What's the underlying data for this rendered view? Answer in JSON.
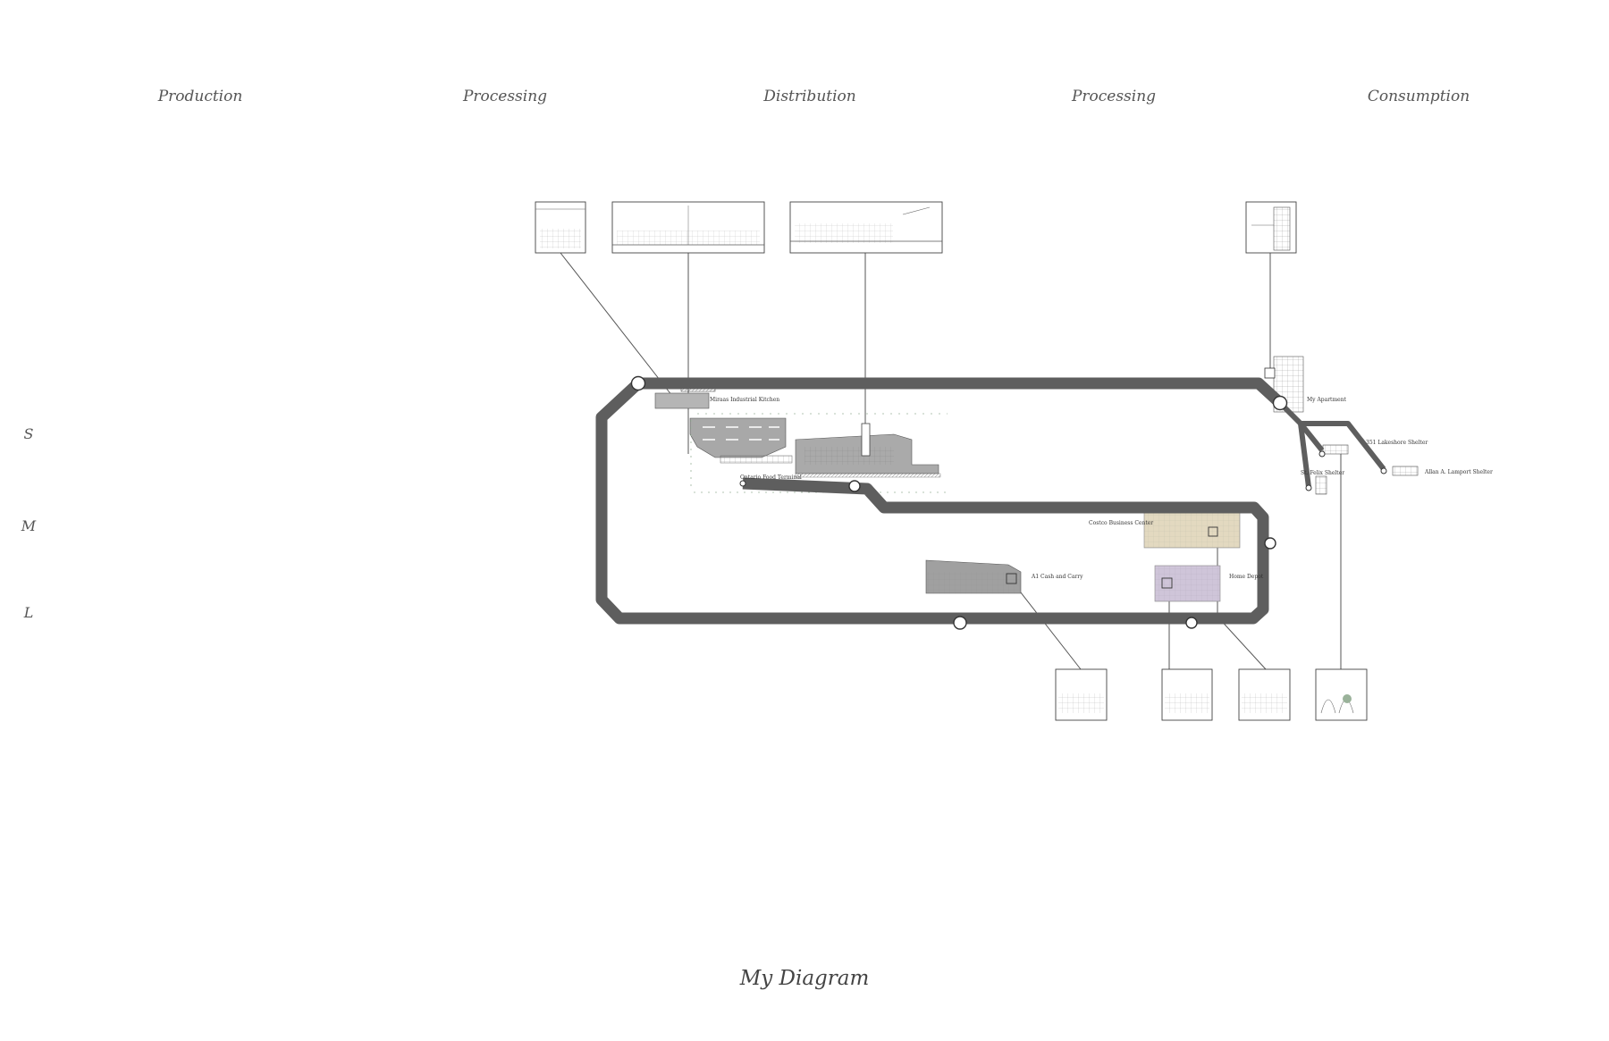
{
  "header": {
    "columns": [
      "Production",
      "Processing",
      "Distribution",
      "Processing",
      "Consumption"
    ]
  },
  "scale_labels": [
    "S",
    "M",
    "L"
  ],
  "stations": {
    "miraas": "Miraas Industrial Kitchen",
    "ontario": "Ontario Food Terminal",
    "apartment": "My Apartment",
    "lakeshore": "351 Lakeshore Shelter",
    "stfelix": "St. Felix Shelter",
    "lamport": "Allan A. Lamport Shelter",
    "costco": "Costco Business Center",
    "a1": "A1 Cash and Carry",
    "homedepot": "Home Depot"
  },
  "footer": {
    "title": "My Diagram"
  },
  "colors": {
    "track": "#5e5e5e",
    "costco_fill": "#e3d9c0",
    "homedepot_fill": "#cfc5d9",
    "building": "#9a9a9a"
  }
}
